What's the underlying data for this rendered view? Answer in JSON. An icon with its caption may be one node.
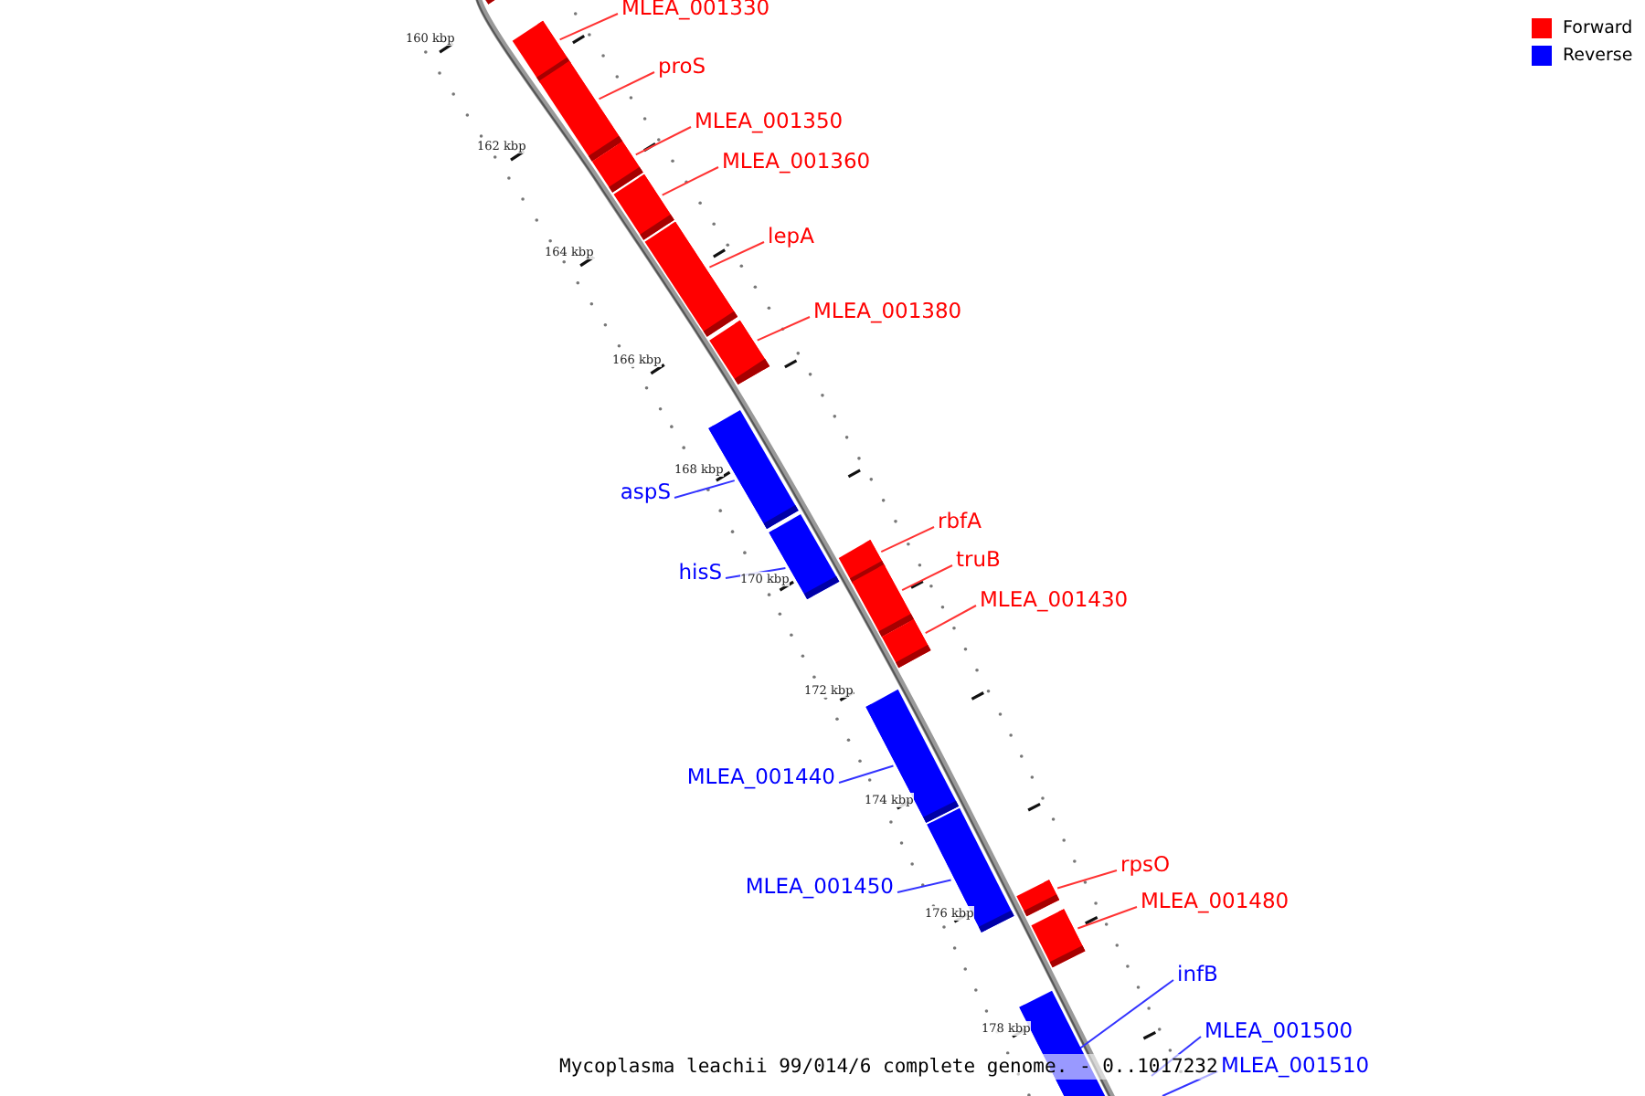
{
  "diagram": {
    "caption": "Mycoplasma leachii 99/014/6 complete genome. - 0..1017232",
    "nodes": [
      {
        "text": [],
        "shape": "bar"
      },
      {
        "text": [
          "MLEA_001330"
        ]
      },
      {
        "text": [],
        "shape": "bar"
      },
      {
        "text": [
          "proS"
        ]
      },
      {
        "text": [],
        "shape": "bar"
      },
      {
        "text": [
          "MLEA_001350"
        ]
      },
      {
        "text": [],
        "shape": "bar"
      },
      {
        "text": [
          "MLEA_001360"
        ]
      },
      {
        "text": [],
        "shape": "bar"
      },
      {
        "text": [
          "lepA"
        ]
      },
      {
        "text": [],
        "shape": "bar"
      },
      {
        "text": [
          "MLEA_001380"
        ]
      },
      {
        "text": [],
        "shape": "bar"
      },
      {
        "text": [],
        "shape": "bar"
      },
      {
        "text": [
          "aspS"
        ]
      },
      {
        "text": [],
        "shape": "bar"
      },
      {
        "text": [
          "hisS"
        ]
      },
      {
        "text": [
          "rbfA"
        ]
      },
      {
        "text": [],
        "shape": "bar"
      },
      {
        "text": [
          "truB"
        ]
      },
      {
        "text": [],
        "shape": "bar"
      },
      {
        "text": [
          "MLEA_001430"
        ]
      },
      {
        "text": [],
        "shape": "bar"
      },
      {
        "text": [],
        "shape": "bar"
      },
      {
        "text": [
          "MLEA_001440"
        ]
      },
      {
        "text": [],
        "shape": "bar"
      },
      {
        "text": [
          "MLEA_001450"
        ]
      },
      {
        "text": [
          "rpsO"
        ]
      },
      {
        "text": [],
        "shape": "bar"
      },
      {
        "text": [
          "MLEA_001480"
        ]
      },
      {
        "text": [],
        "shape": "bar"
      },
      {
        "text": [],
        "shape": "bar"
      },
      {
        "text": [
          "infB"
        ]
      },
      {
        "text": [
          "MLEA_001500"
        ]
      },
      {
        "text": [
          "MLEA_001510"
        ]
      }
    ],
    "edges": [
      {
        "from": 1,
        "to": 2,
        "arrow": "none"
      },
      {
        "from": 3,
        "to": 4,
        "arrow": "none"
      },
      {
        "from": 5,
        "to": 6,
        "arrow": "none"
      },
      {
        "from": 7,
        "to": 8,
        "arrow": "none"
      },
      {
        "from": 9,
        "to": 10,
        "arrow": "none"
      },
      {
        "from": 11,
        "to": 12,
        "arrow": "none"
      },
      {
        "from": 14,
        "to": 13,
        "arrow": "none",
        "color": "#3333ff"
      },
      {
        "from": 16,
        "to": 15,
        "arrow": "none",
        "color": "#3333ff"
      },
      {
        "from": 17,
        "to": 18,
        "arrow": "none"
      },
      {
        "from": 19,
        "to": 20,
        "arrow": "none"
      },
      {
        "from": 21,
        "to": 22,
        "arrow": "none"
      },
      {
        "from": 24,
        "to": 23,
        "arrow": "none",
        "color": "#3333ff"
      },
      {
        "from": 26,
        "to": 25,
        "arrow": "none",
        "color": "#3333ff"
      },
      {
        "from": 27,
        "to": 28,
        "arrow": "none"
      },
      {
        "from": 29,
        "to": 30,
        "arrow": "none"
      },
      {
        "from": 32,
        "to": 31,
        "arrow": "none",
        "color": "#3333ff"
      },
      {
        "from": 33,
        "to": null,
        "arrow": "none",
        "color": "#3333ff"
      },
      {
        "from": 34,
        "to": null,
        "arrow": "none",
        "color": "#3333ff"
      }
    ],
    "labels": [
      "160 kbp",
      "162 kbp",
      "164 kbp",
      "166 kbp",
      "168 kbp",
      "170 kbp",
      "172 kbp",
      "174 kbp",
      "176 kbp",
      "178 kbp"
    ],
    "legend": [
      {
        "text": "Forward",
        "color": "#ff0000"
      },
      {
        "text": "Reverse",
        "color": "#0000ff"
      }
    ]
  }
}
